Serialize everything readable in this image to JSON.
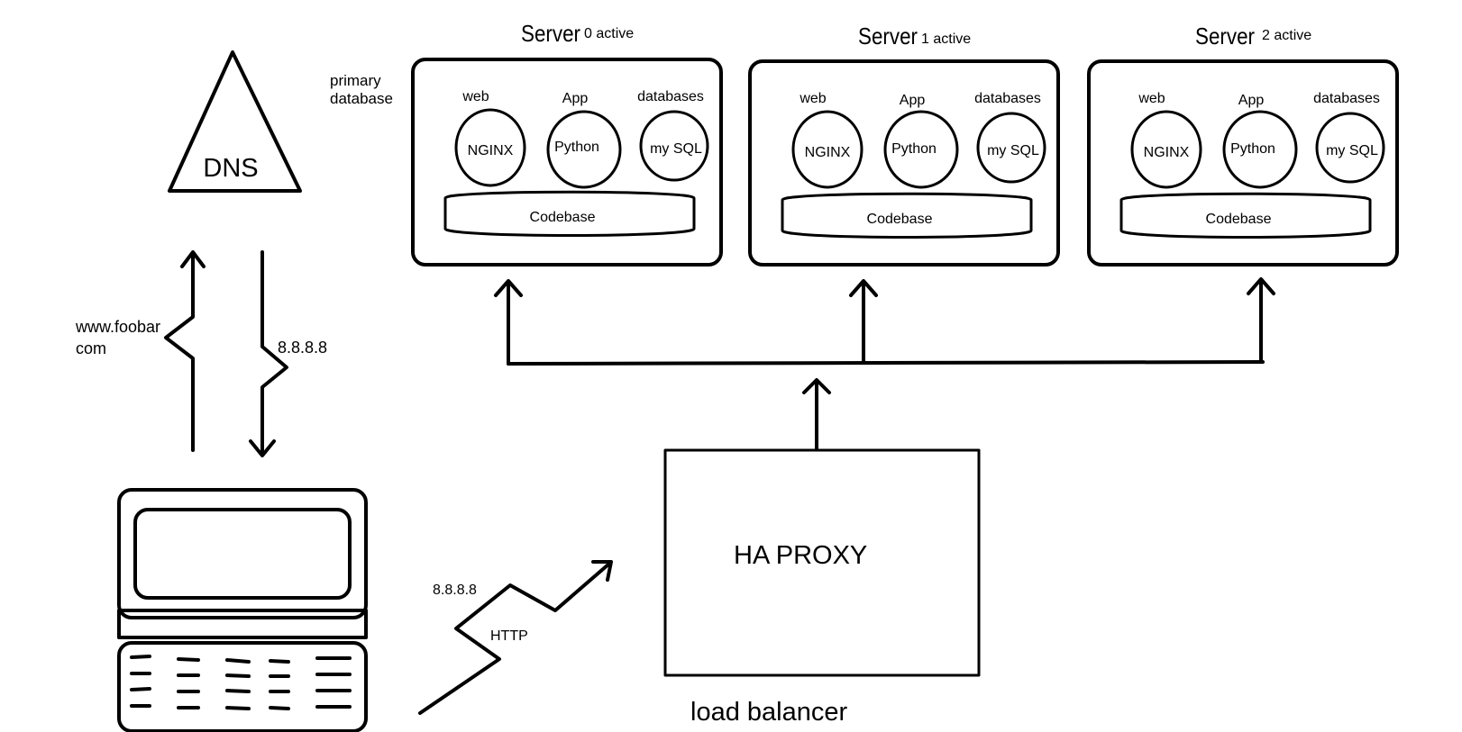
{
  "dns": {
    "label": "DNS"
  },
  "request": {
    "domain_line1": "www.foobar",
    "domain_line2": "com",
    "resolved_ip": "8.8.8.8"
  },
  "client_link": {
    "ip": "8.8.8.8",
    "protocol": "HTTP"
  },
  "load_balancer": {
    "box_label": "HA PROXY",
    "caption": "load balancer"
  },
  "primary_db_note": {
    "line1": "primary",
    "line2": "database"
  },
  "servers": [
    {
      "title": "Server",
      "status": "0 active",
      "web_label": "web",
      "app_label": "App",
      "db_label": "databases",
      "web_name": "NGINX",
      "app_name": "Python",
      "db_name": "my SQL",
      "codebase": "Codebase"
    },
    {
      "title": "Server",
      "status": "1 active",
      "web_label": "web",
      "app_label": "App",
      "db_label": "databases",
      "web_name": "NGINX",
      "app_name": "Python",
      "db_name": "my SQL",
      "codebase": "Codebase"
    },
    {
      "title": "Server",
      "status": "2 active",
      "web_label": "web",
      "app_label": "App",
      "db_label": "databases",
      "web_name": "NGINX",
      "app_name": "Python",
      "db_name": "my SQL",
      "codebase": "Codebase"
    }
  ]
}
